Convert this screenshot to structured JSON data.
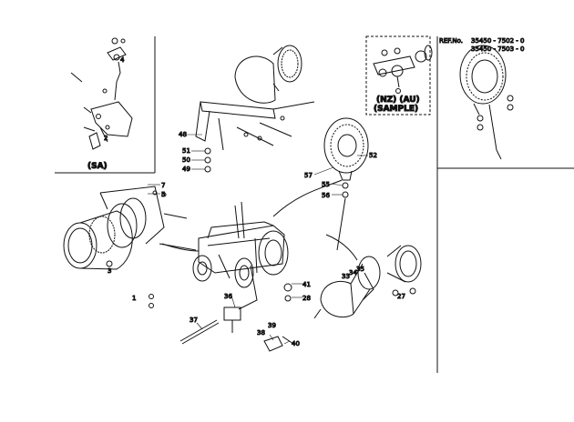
{
  "labels": {
    "sa": "(SA)",
    "nz_au": "(NZ) (AU)",
    "sample": "(SAMPLE)",
    "ref_prefix": "REF.No.",
    "ref_line1": "35450 - 7502 - 0",
    "ref_line2": "35450 - 7503 - 0"
  },
  "callouts": {
    "c1": "1",
    "c2": "2",
    "c3": "3",
    "c4": "4",
    "c5": "5",
    "c7": "7",
    "c27": "27",
    "c28": "28",
    "c33": "33",
    "c34": "34",
    "c35": "35",
    "c36": "36",
    "c37": "37",
    "c38": "38",
    "c39": "39",
    "c40": "40",
    "c41": "41",
    "c48": "48",
    "c49": "49",
    "c50": "50",
    "c51": "51",
    "c52": "52",
    "c55": "55",
    "c56": "56",
    "c57": "57"
  }
}
